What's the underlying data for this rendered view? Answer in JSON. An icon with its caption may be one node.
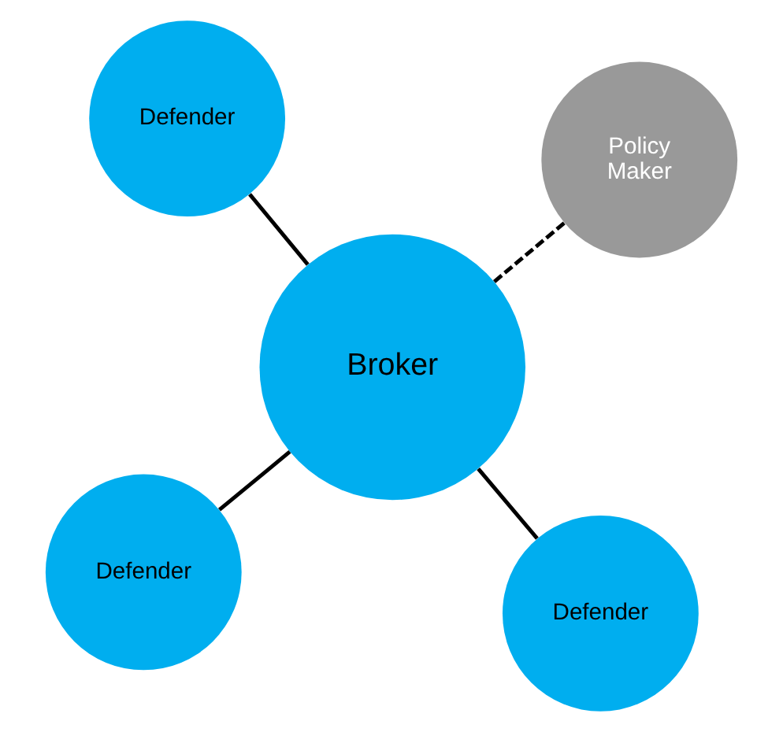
{
  "diagram": {
    "nodes": [
      {
        "text": [
          "Defender"
        ]
      },
      {
        "text": [
          "Defender"
        ]
      },
      {
        "text": [
          "Broker"
        ]
      },
      {
        "text": [
          "Defender"
        ]
      },
      {
        "text": [
          "Policy Maker"
        ]
      }
    ],
    "edges": [
      {
        "from": 2,
        "to": 0,
        "arrow": "none"
      },
      {
        "from": 2,
        "to": 1,
        "arrow": "none"
      },
      {
        "from": 2,
        "to": 3,
        "arrow": "none"
      },
      {
        "from": 2,
        "to": 4,
        "arrow": "none",
        "style": "dashed"
      }
    ]
  }
}
